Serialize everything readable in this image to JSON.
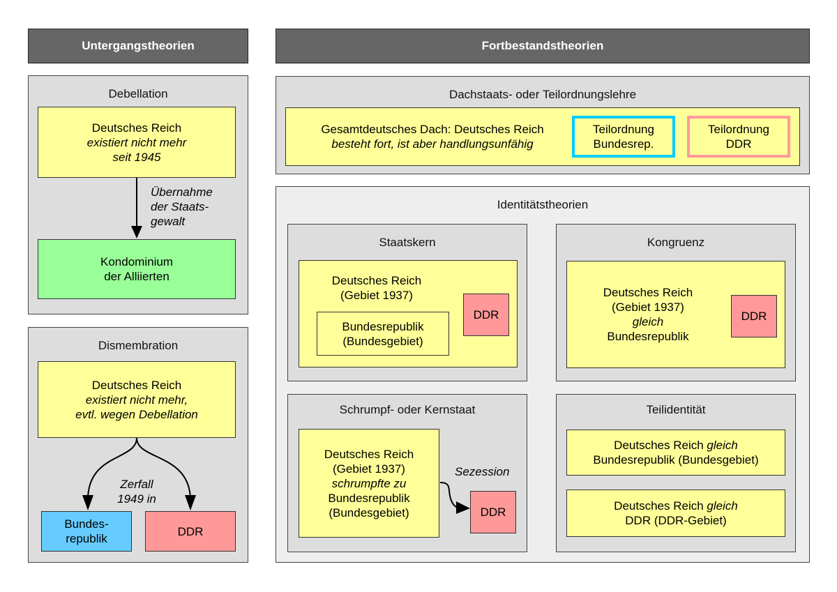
{
  "headers": {
    "left": "Untergangstheorien",
    "right": "Fortbestandstheorien"
  },
  "debellation": {
    "title": "Debellation",
    "reich_box": {
      "line1": "Deutsches Reich",
      "line2": "existiert nicht mehr",
      "line3": "seit 1945"
    },
    "arrow_label": {
      "line1": "Übernahme",
      "line2": "der Staats-",
      "line3": "gewalt"
    },
    "kondominium_box": {
      "line1": "Kondominium",
      "line2": "der Alliierten"
    }
  },
  "dismembration": {
    "title": "Dismembration",
    "reich_box": {
      "line1": "Deutsches Reich",
      "line2": "existiert nicht mehr,",
      "line3": "evtl. wegen Debellation"
    },
    "arrow_label": {
      "line1": "Zerfall",
      "line2": "1949 in"
    },
    "brd_box": {
      "line1": "Bundes-",
      "line2": "republik"
    },
    "ddr_box": {
      "line1": "DDR"
    }
  },
  "dachstaat": {
    "title": "Dachstaats- oder Teilordnungslehre",
    "dach": {
      "line1": "Gesamtdeutsches Dach: Deutsches Reich",
      "line2": "besteht fort, ist aber handlungsunfähig"
    },
    "teil_brd": {
      "line1": "Teilordnung",
      "line2": "Bundesrep."
    },
    "teil_ddr": {
      "line1": "Teilordnung",
      "line2": "DDR"
    }
  },
  "identitaet": {
    "title": "Identitätstheorien",
    "staatskern": {
      "title": "Staatskern",
      "reich": {
        "line1": "Deutsches Reich",
        "line2": "(Gebiet 1937)"
      },
      "brd": {
        "line1": "Bundesrepublik",
        "line2": "(Bundesgebiet)"
      },
      "ddr": "DDR"
    },
    "kongruenz": {
      "title": "Kongruenz",
      "reich": {
        "line1": "Deutsches Reich",
        "line2": "(Gebiet 1937)",
        "line3": "gleich",
        "line4": "Bundesrepublik"
      },
      "ddr": "DDR"
    },
    "schrumpf": {
      "title": "Schrumpf- oder Kernstaat",
      "reich": {
        "line1": "Deutsches Reich",
        "line2": "(Gebiet 1937)",
        "line3": "schrumpfte zu",
        "line4": "Bundesrepublik",
        "line5": "(Bundesgebiet)"
      },
      "arrow_label": "Sezession",
      "ddr": "DDR"
    },
    "teilidentitaet": {
      "title": "Teilidentität",
      "box1": {
        "pre": "Deutsches Reich ",
        "em": "gleich",
        "line2": "Bundesrepublik (Bundesgebiet)"
      },
      "box2": {
        "pre": "Deutsches Reich ",
        "em": "gleich",
        "line2": "DDR (DDR-Gebiet)"
      }
    }
  },
  "colors": {
    "header": "#666666",
    "panel": "#dddddd",
    "panel_light": "#eeeeee",
    "reich_yellow": "#ffff99",
    "kondominium_green": "#99ff99",
    "brd_blue": "#66ccff",
    "ddr_red": "#ff9999",
    "teil_brd_border": "#00ccff",
    "teil_ddr_border": "#ff9999"
  }
}
